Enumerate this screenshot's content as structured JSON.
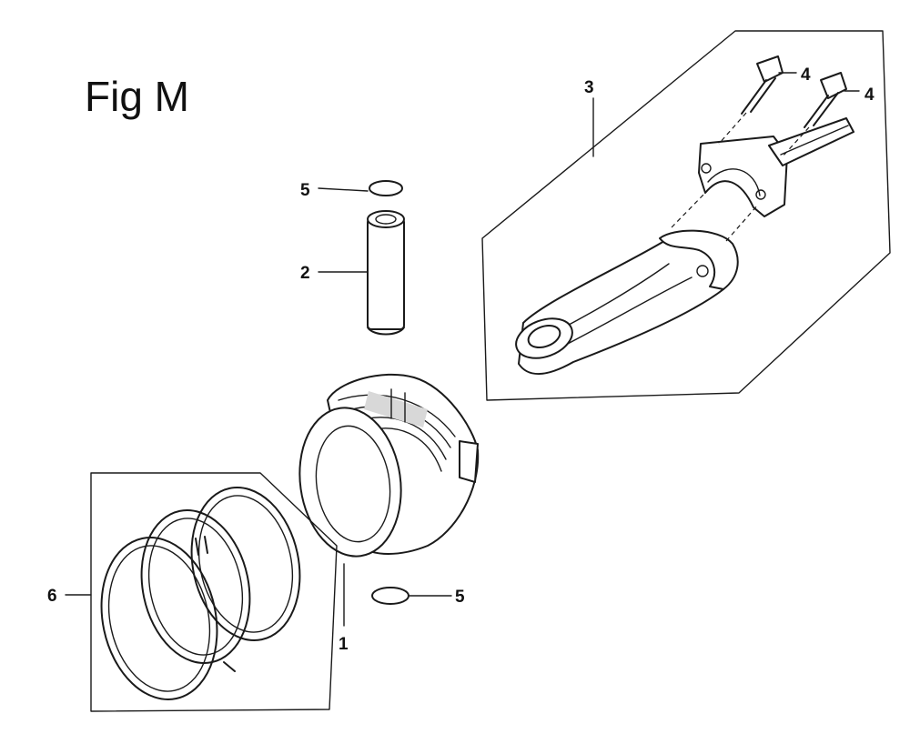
{
  "figure": {
    "title": "Fig M"
  },
  "callouts": {
    "piston": "1",
    "piston_pin": "2",
    "connecting_rod": "3",
    "rod_bolt_left": "4",
    "rod_bolt_right": "4",
    "pin_clip_top": "5",
    "pin_clip_bottom": "5",
    "ring_set": "6"
  }
}
